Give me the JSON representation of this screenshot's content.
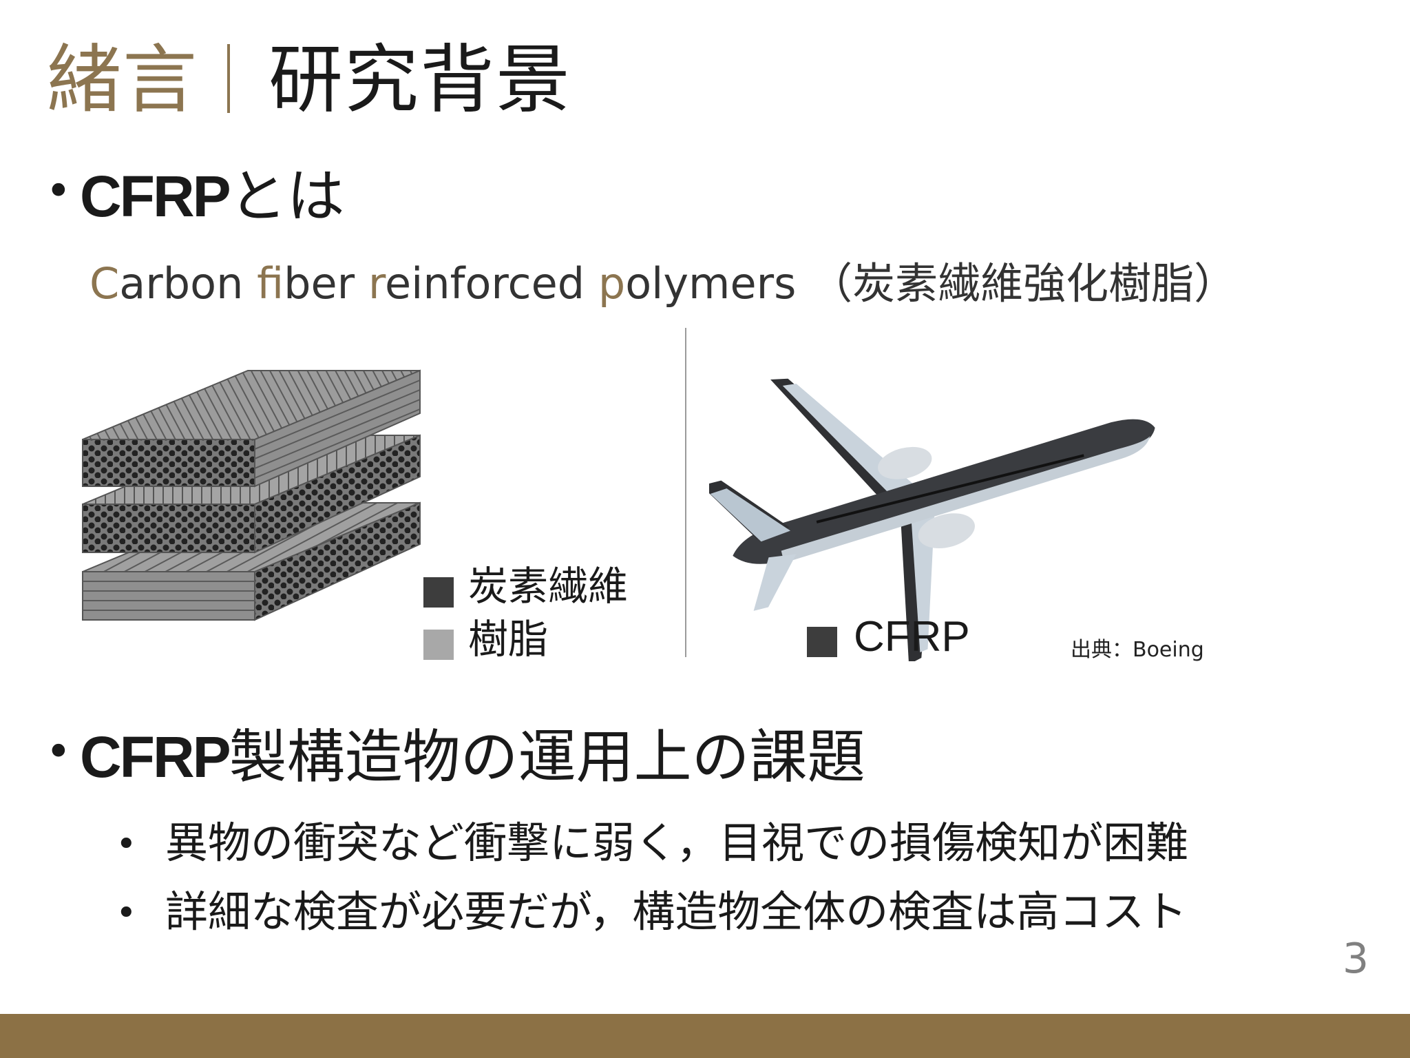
{
  "title": {
    "prefix": "緒言",
    "main": "研究背景"
  },
  "section1": {
    "bold": "CFRP",
    "rest": "とは",
    "full_name": {
      "parts": [
        {
          "accent": "C",
          "text": "arbon "
        },
        {
          "accent": "f",
          "text": "iber "
        },
        {
          "accent": "r",
          "text": "einforced "
        },
        {
          "accent": "p",
          "text": "olymers "
        }
      ],
      "japanese": "（炭素繊維強化樹脂）"
    }
  },
  "figure": {
    "legend_fiber": "炭素繊維",
    "legend_resin": "樹脂",
    "legend_cfrp": "CFRP",
    "source": "出典：Boeing"
  },
  "section2": {
    "bold": "CFRP",
    "rest": "製構造物の運用上の課題",
    "items": [
      "異物の衝突など衝撃に弱く，目視での損傷検知が困難",
      "詳細な検査が必要だが，構造物全体の検査は高コスト"
    ]
  },
  "page_number": "3",
  "colors": {
    "accent": "#8c7550",
    "footer": "#8c7145",
    "fiber": "#3d3d3d",
    "resin": "#a8a8a8"
  }
}
